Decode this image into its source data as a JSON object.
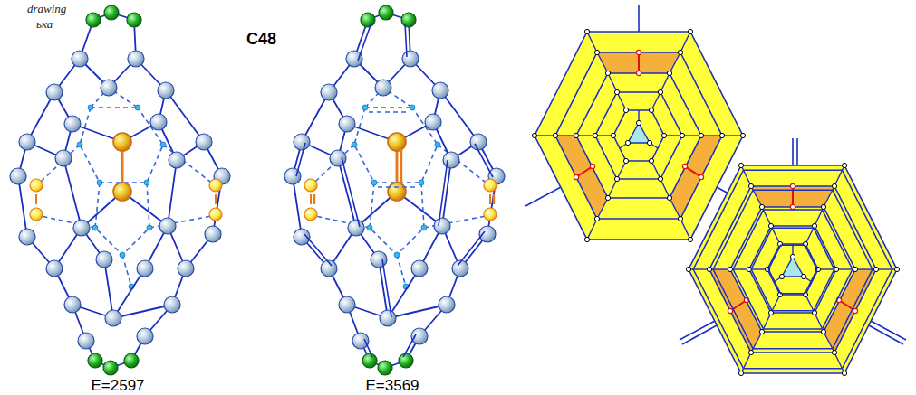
{
  "diagram": {
    "labels": [
      "drawing",
      "ька",
      "C48",
      "E=2597",
      "E=3569"
    ]
  }
}
